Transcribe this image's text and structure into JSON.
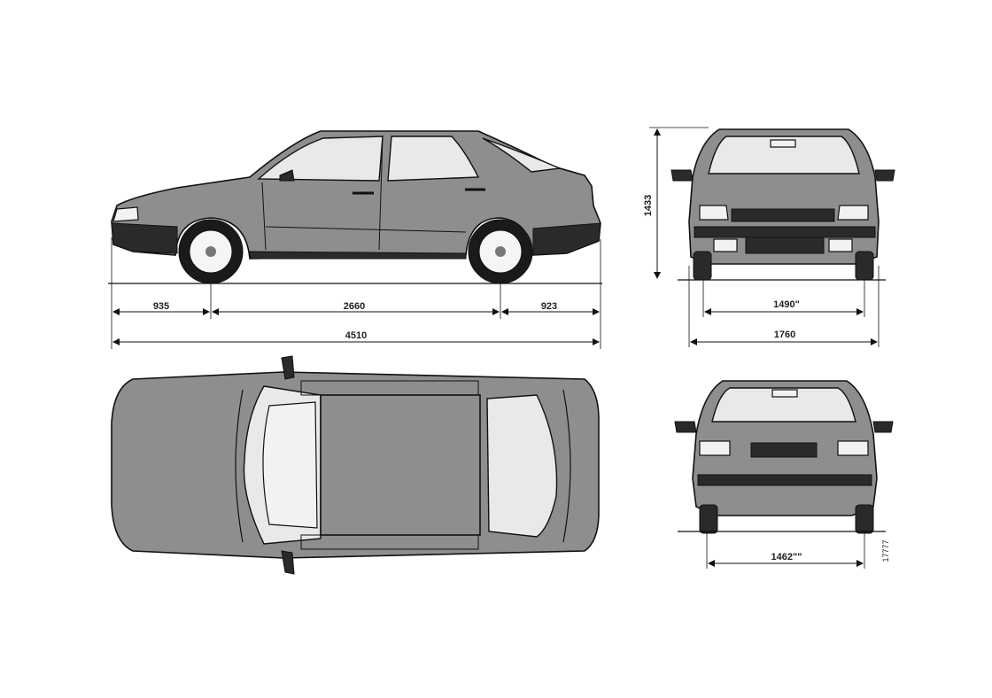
{
  "drawing": {
    "side_view": {
      "front_overhang": "935",
      "wheelbase": "2660",
      "rear_overhang": "923",
      "overall_length": "4510"
    },
    "front_view": {
      "overall_height": "1433",
      "front_track": "1490\"",
      "overall_width": "1760"
    },
    "rear_view": {
      "rear_track": "1462\"\""
    },
    "reference_code": "17777"
  },
  "colors": {
    "body_fill": "#8e8e8e",
    "line": "#111111",
    "glass": "#e9e9e9",
    "background": "#ffffff"
  }
}
